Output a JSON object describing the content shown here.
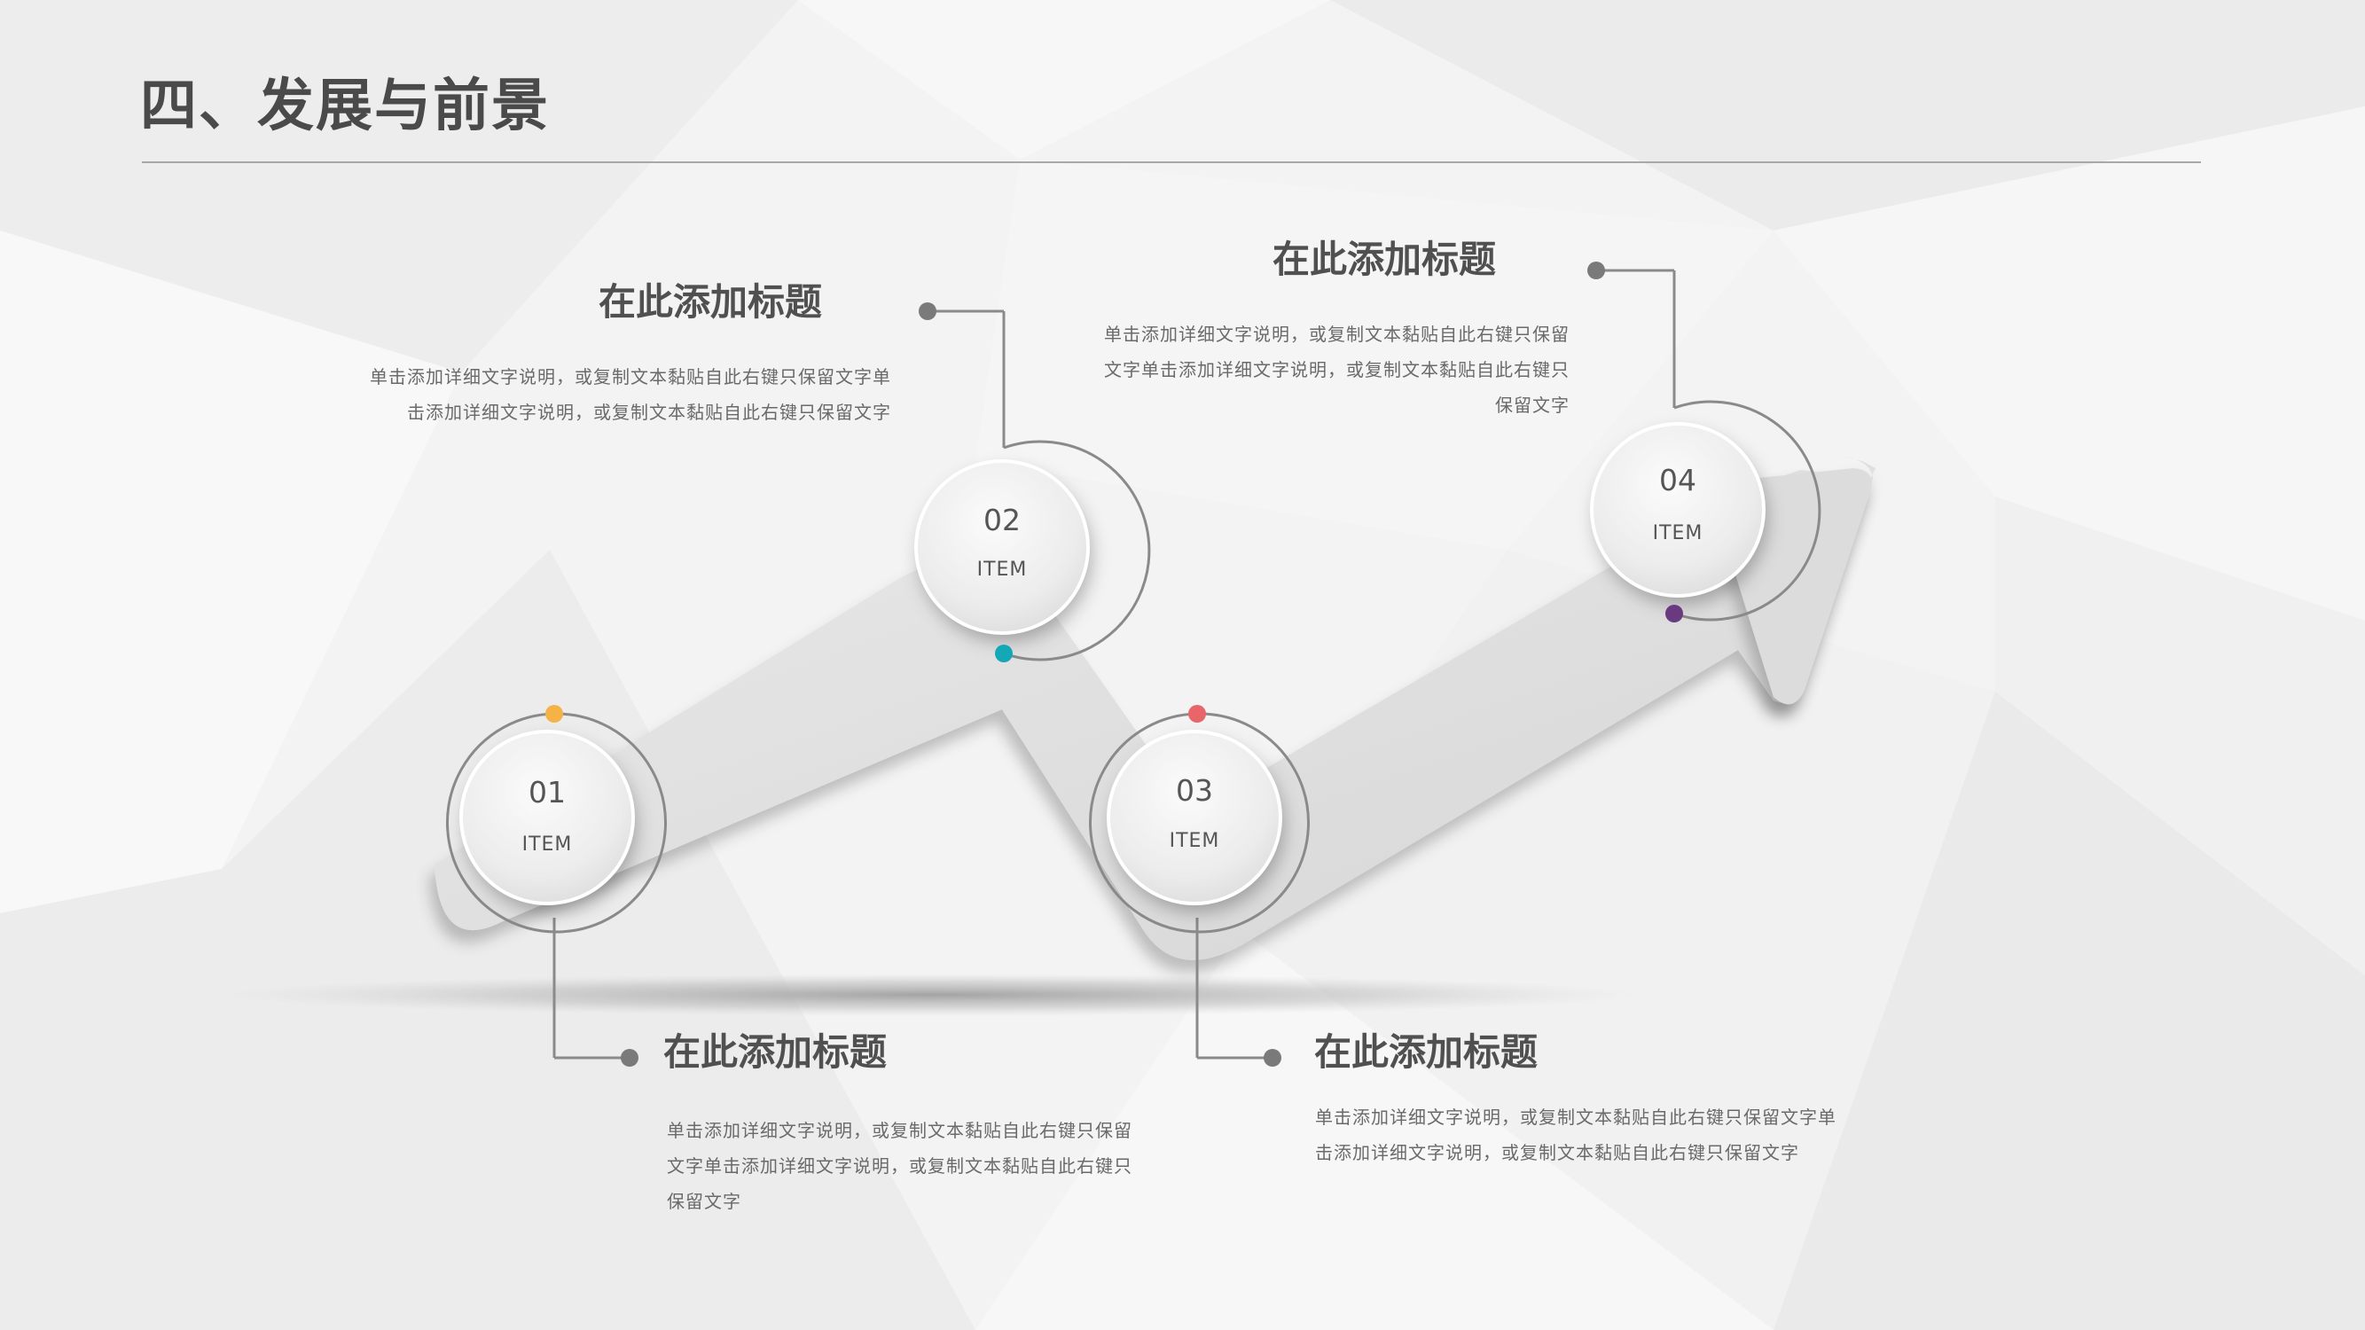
{
  "slide": {
    "title": "四、发展与前景"
  },
  "steps": [
    {
      "number": "01",
      "label": "ITEM",
      "dot_color": "#f4b247"
    },
    {
      "number": "02",
      "label": "ITEM",
      "dot_color": "#14a8b7"
    },
    {
      "number": "03",
      "label": "ITEM",
      "dot_color": "#e8666a"
    },
    {
      "number": "04",
      "label": "ITEM",
      "dot_color": "#6a3a80"
    }
  ],
  "cards": [
    {
      "heading": "在此添加标题",
      "lines": [
        "单击添加详细文字说明，或复制文本黏贴自此右键只保留",
        "文字单击添加详细文字说明，或复制文本黏贴自此右键只",
        "保留文字"
      ]
    },
    {
      "heading": "在此添加标题",
      "lines": [
        "单击添加详细文字说明，或复制文本黏贴自此右键只保留文字单",
        "击添加详细文字说明，或复制文本黏贴自此右键只保留文字"
      ]
    },
    {
      "heading": "在此添加标题",
      "lines": [
        "单击添加详细文字说明，或复制文本黏贴自此右键只保留",
        "文字单击添加详细文字说明，或复制文本黏贴自此右键只",
        "保留文字"
      ]
    },
    {
      "heading": "在此添加标题",
      "lines": [
        "单击添加详细文字说明，或复制文本黏贴自此右键只保留文字单",
        "击添加详细文字说明，或复制文本黏贴自此右键只保留文字"
      ]
    }
  ]
}
